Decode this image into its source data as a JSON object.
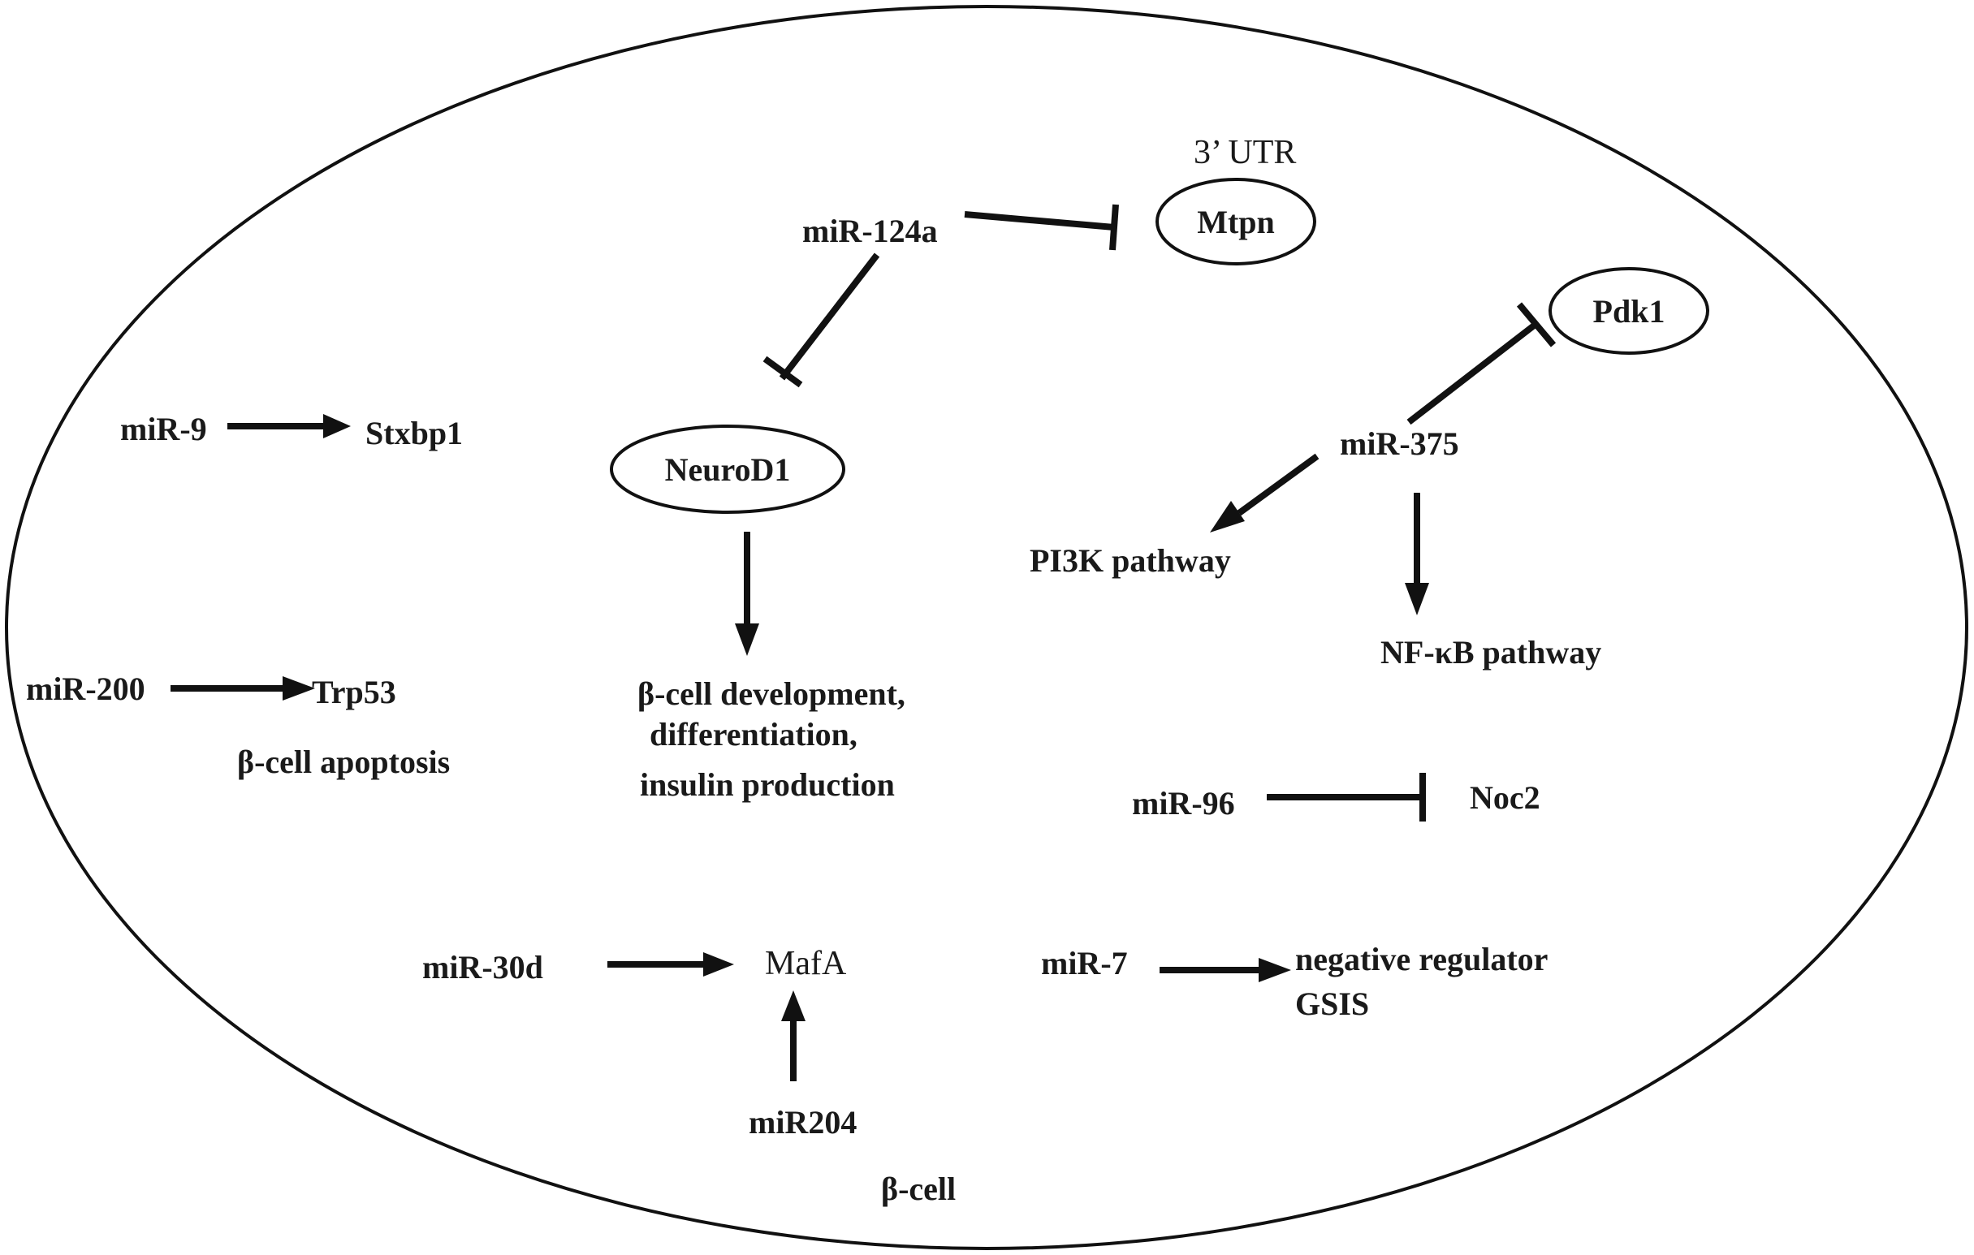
{
  "cell_label": "β-cell",
  "nodes": {
    "mtpn": "Mtpn",
    "pdk1": "Pdk1",
    "neurod1": "NeuroD1"
  },
  "labels": {
    "utr": "3’ UTR",
    "mir124a": "miR-124a",
    "mir9": "miR-9",
    "stxbp1": "Stxbp1",
    "mir375": "miR-375",
    "pi3k": "PI3K pathway",
    "nfkb": "NF-κB pathway",
    "mir200": "miR-200",
    "trp53": "Trp53",
    "apoptosis": "β-cell apoptosis",
    "development": [
      "β-cell development,",
      "differentiation,",
      "insulin production"
    ],
    "mir96": "miR-96",
    "noc2": "Noc2",
    "mir30d": "miR-30d",
    "mafa": "MafA",
    "mir7": "miR-7",
    "neg_reg": [
      "negative regulator",
      "GSIS"
    ],
    "mir204": "miR204"
  },
  "edges": [
    {
      "from": "miR-124a",
      "to": "Mtpn",
      "type": "inhibition"
    },
    {
      "from": "miR-124a",
      "to": "NeuroD1",
      "type": "inhibition"
    },
    {
      "from": "NeuroD1",
      "to": "β-cell development, differentiation, insulin production",
      "type": "activation"
    },
    {
      "from": "miR-9",
      "to": "Stxbp1",
      "type": "activation"
    },
    {
      "from": "miR-375",
      "to": "Pdk1",
      "type": "inhibition"
    },
    {
      "from": "miR-375",
      "to": "PI3K pathway",
      "type": "activation"
    },
    {
      "from": "miR-375",
      "to": "NF-κB pathway",
      "type": "activation"
    },
    {
      "from": "miR-200",
      "to": "Trp53",
      "type": "activation"
    },
    {
      "from": "miR-96",
      "to": "Noc2",
      "type": "inhibition"
    },
    {
      "from": "miR-30d",
      "to": "MafA",
      "type": "activation"
    },
    {
      "from": "miR204",
      "to": "MafA",
      "type": "activation"
    },
    {
      "from": "miR-7",
      "to": "negative regulator GSIS",
      "type": "activation"
    }
  ]
}
